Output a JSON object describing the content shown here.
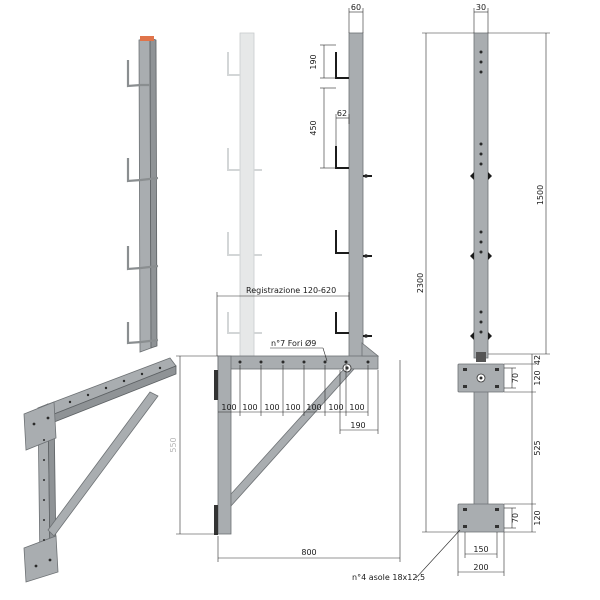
{
  "drawing": {
    "side_view": {
      "dim_top_width": "60",
      "dim_hook_spacing_top": "190",
      "dim_hook_pitch": "450",
      "dim_hook_offset": "62",
      "adjustment_label": "Registrazione 120-620",
      "holes_label": "n°7 Fori Ø9",
      "hole_spacings": [
        "100",
        "100",
        "100",
        "100",
        "100",
        "100",
        "100"
      ],
      "dim_bracket_end": "190",
      "dim_overall_height_left": "550",
      "dim_overall_width": "800"
    },
    "front_view": {
      "dim_top_width": "30",
      "dim_overall_height": "2300",
      "dim_upper_length": "1500",
      "dim_small_top": "42",
      "dim_plate_upper_a": "70",
      "dim_plate_upper_b": "120",
      "dim_mid_length": "525",
      "dim_plate_lower_a": "70",
      "dim_plate_lower_b": "120",
      "dim_slot_spacing": "150",
      "dim_plate_width": "200",
      "slots_label": "n°4 asole 18x12,5"
    }
  }
}
